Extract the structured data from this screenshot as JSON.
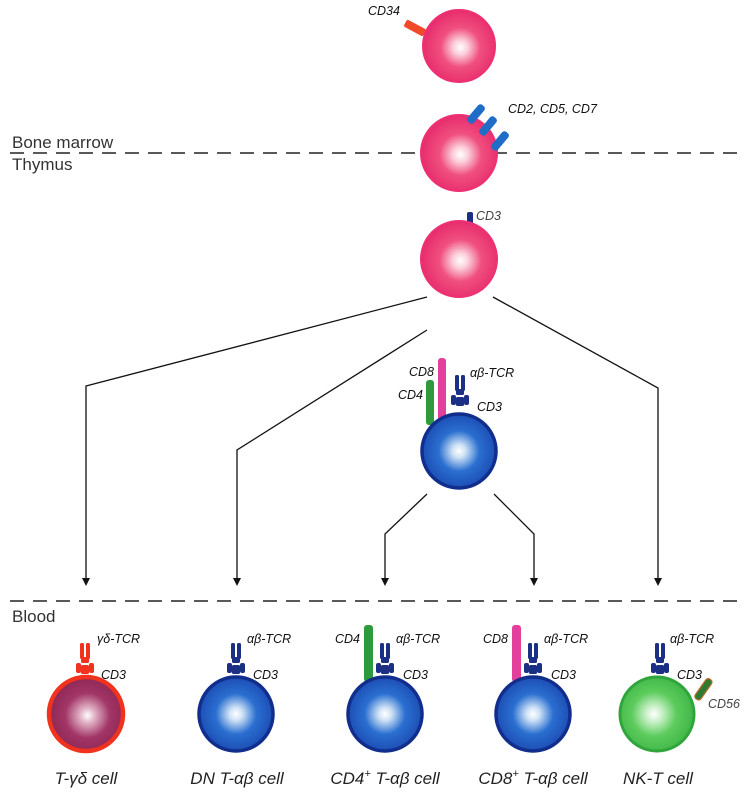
{
  "regions": {
    "bone_marrow": "Bone marrow",
    "thymus": "Thymus",
    "blood": "Blood"
  },
  "labels": {
    "cd34": "CD34",
    "cd2_cd5_cd7": "CD2, CD5, CD7",
    "cd3": "CD3",
    "cd8": "CD8",
    "cd4": "CD4",
    "ab_tcr": "αβ-TCR",
    "gd_tcr": "γδ-TCR",
    "cd56": "CD56"
  },
  "captions": {
    "t_gd": "T-γδ cell",
    "dn": "DN T-αβ cell",
    "cd4_pre": "CD4",
    "cd4_sup": "+",
    "cd4_post": " T-αβ cell",
    "cd8_pre": "CD8",
    "cd8_sup": "+",
    "cd8_post": " T-αβ cell",
    "nkt": "NK-T cell"
  },
  "colors": {
    "progenitor": "#ee2f74",
    "t_cell": "#1d49b4",
    "t_cell_ring": "#112e8c",
    "gd_cell": "#9b2d5c",
    "gd_ring": "#f0321e",
    "nk_cell": "#46c24a",
    "cd4_marker": "#2e9a3e",
    "cd8_marker": "#e2409a",
    "tcr": "#1b2f85",
    "gd_tcr": "#f0321e",
    "cd34_marker": "#f04a28",
    "cd2_marker": "#1f6dc6",
    "cd56_marker": "#2f7a32"
  }
}
